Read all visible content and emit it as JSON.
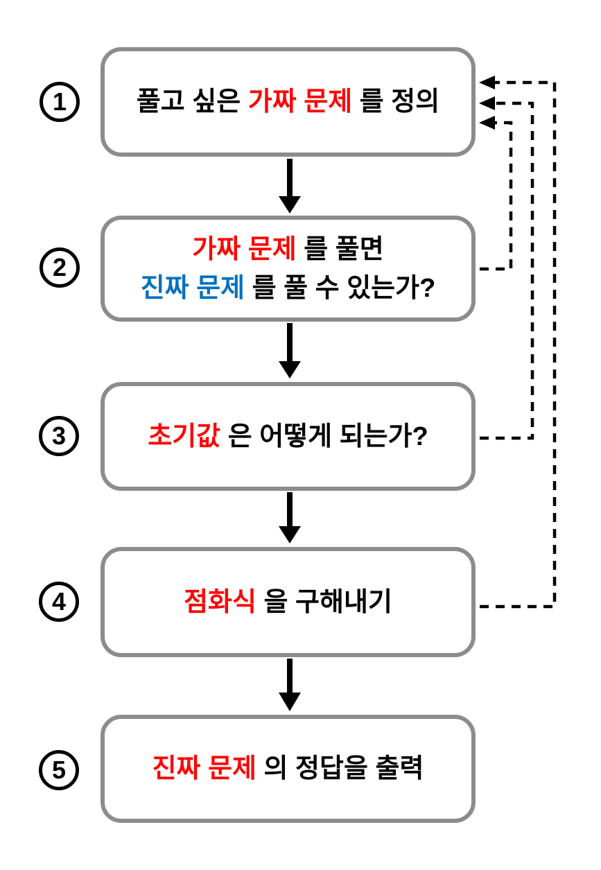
{
  "diagram": {
    "type": "flowchart",
    "background": "#FFFFFF",
    "colors": {
      "emphasis_red": "#FF0000",
      "emphasis_blue": "#0070C0",
      "box_border_gray": "#8C8C8C",
      "text_black": "#000000",
      "arrow_black": "#000000"
    },
    "steps": [
      {
        "number": "1",
        "lines": [
          [
            {
              "text": "풀고 싶은 ",
              "color": "black"
            },
            {
              "text": "가짜 문제",
              "color": "red"
            },
            {
              "text": " 를 정의",
              "color": "black"
            }
          ]
        ]
      },
      {
        "number": "2",
        "lines": [
          [
            {
              "text": "가짜 문제",
              "color": "red"
            },
            {
              "text": " 를 풀면",
              "color": "black"
            }
          ],
          [
            {
              "text": "진짜 문제",
              "color": "blue"
            },
            {
              "text": " 를 풀 수 있는가?",
              "color": "black"
            }
          ]
        ]
      },
      {
        "number": "3",
        "lines": [
          [
            {
              "text": "초기값",
              "color": "red"
            },
            {
              "text": " 은 어떻게 되는가?",
              "color": "black"
            }
          ]
        ]
      },
      {
        "number": "4",
        "lines": [
          [
            {
              "text": "점화식",
              "color": "red"
            },
            {
              "text": " 을 구해내기",
              "color": "black"
            }
          ]
        ]
      },
      {
        "number": "5",
        "lines": [
          [
            {
              "text": "진짜 문제",
              "color": "red"
            },
            {
              "text": " 의 정답을 출력",
              "color": "black"
            }
          ]
        ]
      }
    ],
    "edges": {
      "forward_solid": [
        "step1→step2",
        "step2→step3",
        "step3→step4",
        "step4→step5"
      ],
      "feedback_dashed": [
        "step2→step1",
        "step3→step1",
        "step4→step1"
      ]
    }
  }
}
